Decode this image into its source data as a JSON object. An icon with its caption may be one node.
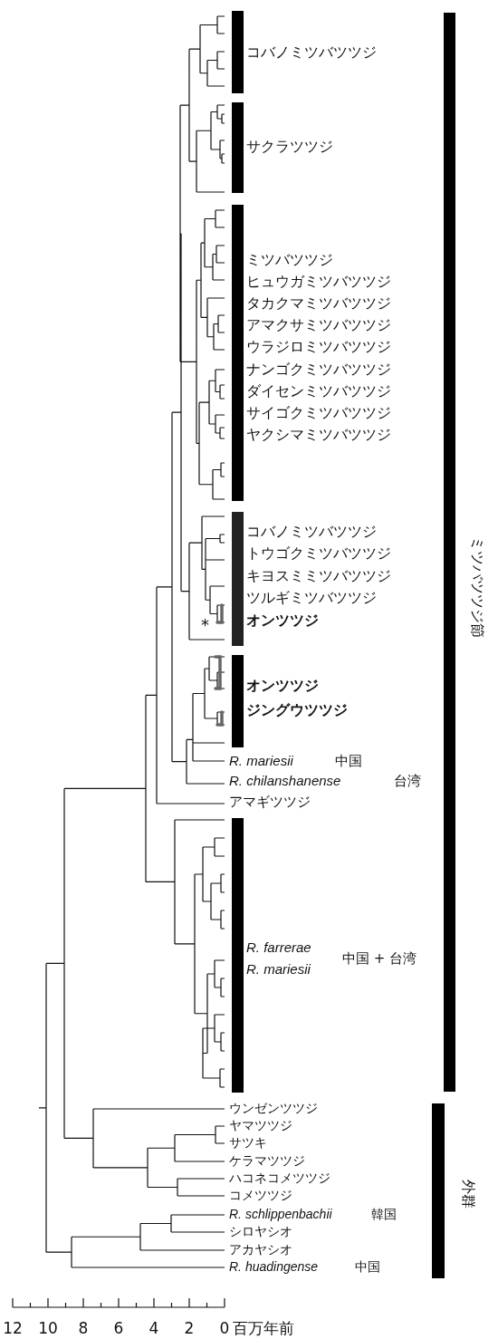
{
  "diagram": {
    "labels": [
      "コバノミツバツツジ",
      "サクラツツジ",
      "ミツバツツジ",
      "ヒュウガミツバツツジ",
      "タカクマミツバツツジ",
      "アマクサミツバツツジ",
      "ウラジロミツバツツジ",
      "ナンゴクミツバツツジ",
      "ダイセンミツバツツジ",
      "サイゴクミツバツツジ",
      "ヤクシマミツバツツジ",
      "コバノミツバツツジ",
      "トウゴクミツバツツジ",
      "キヨスミミツバツツジ",
      "ツルギミツバツツジ",
      "*",
      "オンツツジ",
      "オンツツジ",
      "ジングウツツジ",
      "R. mariesii",
      "中国",
      "R. chilanshanense",
      "台湾",
      "アマギツツジ",
      "R. farrerae",
      "R. mariesii",
      "中国 + 台湾",
      "ウンゼンツツジ",
      "ヤマツツジ",
      "サツキ",
      "ケラマツツジ",
      "ハコネコメツツジ",
      "コメツツジ",
      "R. schlippenbachii",
      "韓国",
      "シロヤシオ",
      "アカヤシオ",
      "R. huadingense",
      "中国",
      "ミツバツツジ節",
      "外群",
      "12",
      "10",
      "8",
      "6",
      "4",
      "2",
      "0",
      "百万年前"
    ]
  }
}
